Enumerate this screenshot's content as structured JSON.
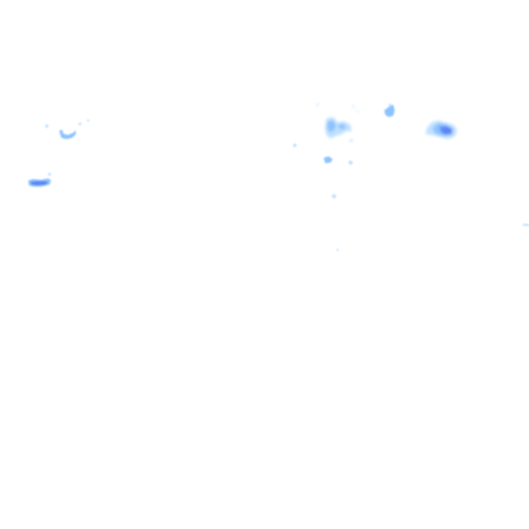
{
  "map": {
    "layer": "precipitation-radar-tile",
    "background": "#ffffff",
    "palette": {
      "light": "#bfe0ff",
      "medium": "#8cc2ff",
      "heavy": "#5a86f5"
    },
    "echoes": [
      {
        "name": "echo-west-strip",
        "intensity": "heavy"
      },
      {
        "name": "echo-west-small",
        "intensity": "medium"
      },
      {
        "name": "echo-center-cluster",
        "intensity": "medium"
      },
      {
        "name": "echo-center-lower",
        "intensity": "medium"
      },
      {
        "name": "echo-northeast-small",
        "intensity": "medium"
      },
      {
        "name": "echo-east-cell",
        "intensity": "heavy"
      },
      {
        "name": "echo-scattered-dots",
        "intensity": "light"
      }
    ]
  }
}
